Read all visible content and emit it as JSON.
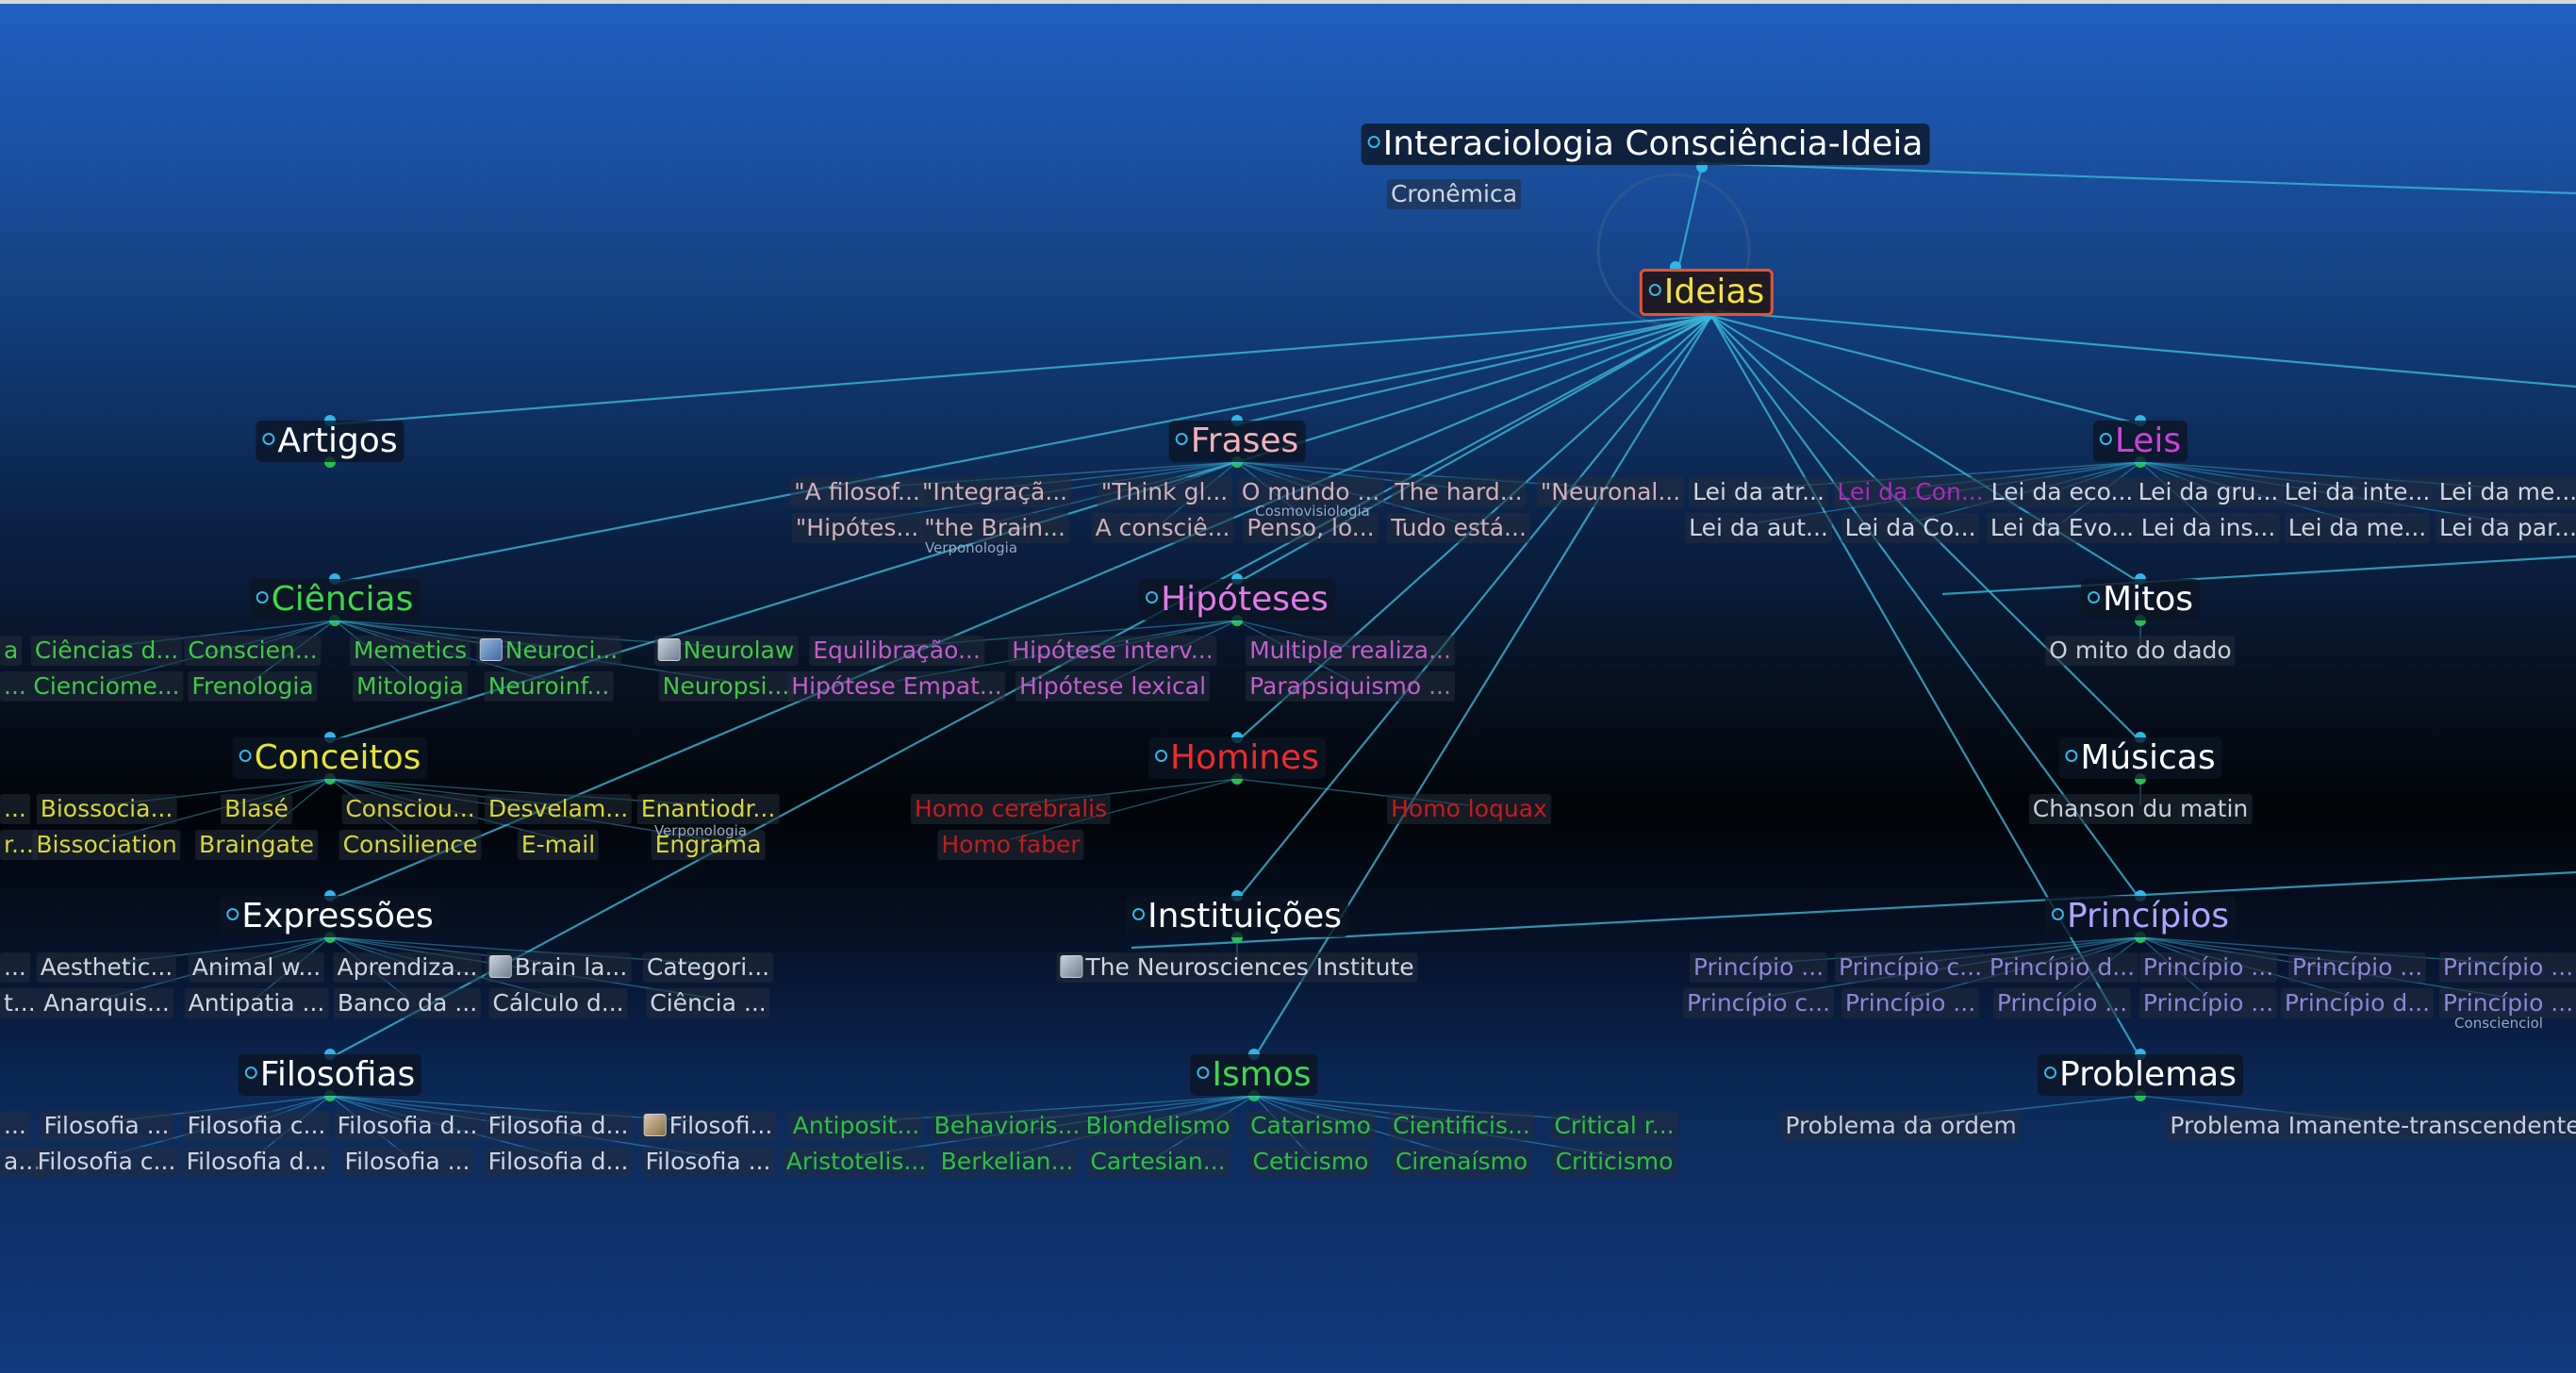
{
  "colors": {
    "edge": "#39b8d6",
    "dot": "#2fb7e8",
    "dot_active": "#23c04a",
    "focus_border": "#e5542f"
  },
  "map": {
    "root": {
      "label": "Interaciologia Consciência-Ideia",
      "sublabel": "Cronêmica"
    },
    "focus": {
      "label": "Ideias"
    },
    "groups": {
      "artigos": {
        "label": "Artigos"
      },
      "frases": {
        "label": "Frases",
        "items": [
          "\"A filosof...",
          "\"Integraçã...",
          "\"Think gl...",
          "O mundo ...",
          "The hard...",
          "\"Neuronal...",
          "\"Hipótes...",
          "\"the Brain...",
          "A consciê...",
          "Penso, lo...",
          "Tudo está..."
        ],
        "tags": [
          "Verponologia",
          "Cosmovisiologia"
        ]
      },
      "leis": {
        "label": "Leis",
        "items": [
          "Lei da atr...",
          "Lei da Con...",
          "Lei da eco...",
          "Lei da gru...",
          "Lei da inte...",
          "Lei da me...",
          "Lei da aut...",
          "Lei da Co...",
          "Lei da Evo...",
          "Lei da ins...",
          "Lei da me...",
          "Lei da par..."
        ]
      },
      "ciencias": {
        "label": "Ciências",
        "items": [
          "a",
          "Ciências d...",
          "Conscien...",
          "Memetics",
          "Neuroci...",
          "Neurolaw",
          "...",
          "Cienciome...",
          "Frenologia",
          "Mitologia",
          "Neuroinf...",
          "Neuropsi..."
        ]
      },
      "hipoteses": {
        "label": "Hipóteses",
        "items": [
          "Equilibração...",
          "Hipótese interv...",
          "Multiple realiza...",
          "Hipótese Empat...",
          "Hipótese lexical",
          "Parapsiquismo ..."
        ]
      },
      "mitos": {
        "label": "Mitos",
        "items": [
          "O mito do dado"
        ]
      },
      "conceitos": {
        "label": "Conceitos",
        "items": [
          "...",
          "Biossocia...",
          "Blasé",
          "Consciou...",
          "Desvelam...",
          "Enantiodr...",
          "r...",
          "Bissociation",
          "Braingate",
          "Consilience",
          "E-mail",
          "Engrama"
        ],
        "tags": [
          "Verponologia"
        ]
      },
      "homines": {
        "label": "Homines",
        "items": [
          "Homo cerebralis",
          "Homo loquax",
          "Homo faber"
        ]
      },
      "musicas": {
        "label": "Músicas",
        "items": [
          "Chanson du matin"
        ]
      },
      "expressoes": {
        "label": "Expressões",
        "items": [
          "...",
          "Aesthetic...",
          "Animal w...",
          "Aprendiza...",
          "Brain la...",
          "Categori...",
          "t...",
          "Anarquis...",
          "Antipatia ...",
          "Banco da ...",
          "Cálculo d...",
          "Ciência ..."
        ]
      },
      "instituicoes": {
        "label": "Instituições",
        "items": [
          "The Neurosciences Institute"
        ]
      },
      "principios": {
        "label": "Princípios",
        "items": [
          "Princípio ...",
          "Princípio c...",
          "Princípio d...",
          "Princípio ...",
          "Princípio ...",
          "Princípio ...",
          "Princípio c...",
          "Princípio ...",
          "Princípio ...",
          "Princípio ...",
          "Princípio d...",
          "Princípio ..."
        ],
        "tags": [
          "Conscienciol"
        ]
      },
      "filosofias": {
        "label": "Filosofias",
        "items": [
          "...",
          "Filosofia ...",
          "Filosofia c...",
          "Filosofia d...",
          "Filosofia d...",
          "Filosofi...",
          "a...",
          "Filosofia c...",
          "Filosofia d...",
          "Filosofia ...",
          "Filosofia d...",
          "Filosofia ..."
        ]
      },
      "ismos": {
        "label": "Ismos",
        "items": [
          "Antiposit...",
          "Behavioris...",
          "Blondelismo",
          "Catarismo",
          "Cientificis...",
          "Critical r...",
          "Aristotelis...",
          "Berkelian...",
          "Cartesian...",
          "Ceticismo",
          "Cirenaísmo",
          "Criticismo"
        ]
      },
      "problemas": {
        "label": "Problemas",
        "items": [
          "Problema da ordem",
          "Problema Imanente-transcendente"
        ]
      }
    }
  }
}
